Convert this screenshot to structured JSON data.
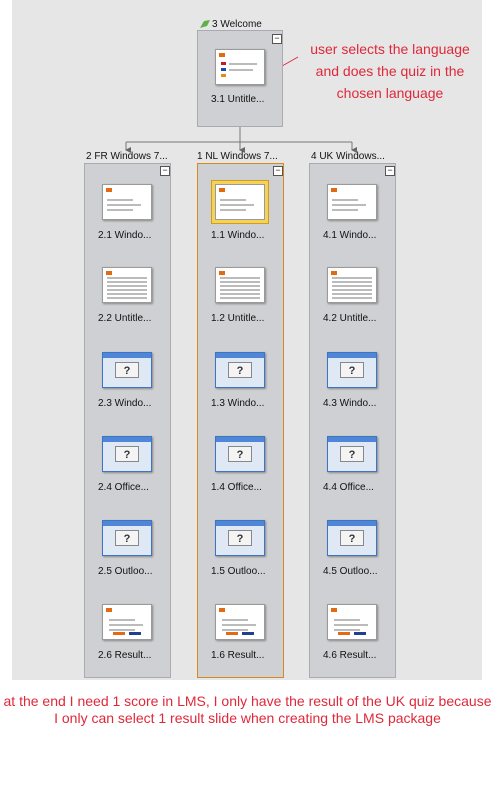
{
  "welcome": {
    "title": "3 Welcome",
    "slide_label": "3.1 Untitle..."
  },
  "groups": [
    {
      "title": "2 FR Windows 7...",
      "slides": [
        "2.1 Windo...",
        "2.2 Untitle...",
        "2.3 Windo...",
        "2.4 Office...",
        "2.5 Outloo...",
        "2.6 Result..."
      ]
    },
    {
      "title": "1 NL Windows 7...",
      "slides": [
        "1.1 Windo...",
        "1.2 Untitle...",
        "1.3 Windo...",
        "1.4 Office...",
        "1.5 Outloo...",
        "1.6 Result..."
      ]
    },
    {
      "title": "4 UK Windows...",
      "slides": [
        "4.1 Windo...",
        "4.2 Untitle...",
        "4.3 Windo...",
        "4.4 Office...",
        "4.5 Outloo...",
        "4.6 Result..."
      ]
    }
  ],
  "quiz_icon_text": "?",
  "collapse_symbol": "−",
  "annotation_top": "user selects the language and does the quiz in the chosen language",
  "annotation_bottom": "at the end I need 1 score in LMS, I only have the result of the UK quiz because I only can select 1 result slide when creating the LMS package",
  "colors": {
    "annotation": "#e0283a",
    "selected_border": "#d58a1e",
    "quiz_blue": "#3e74c8"
  }
}
